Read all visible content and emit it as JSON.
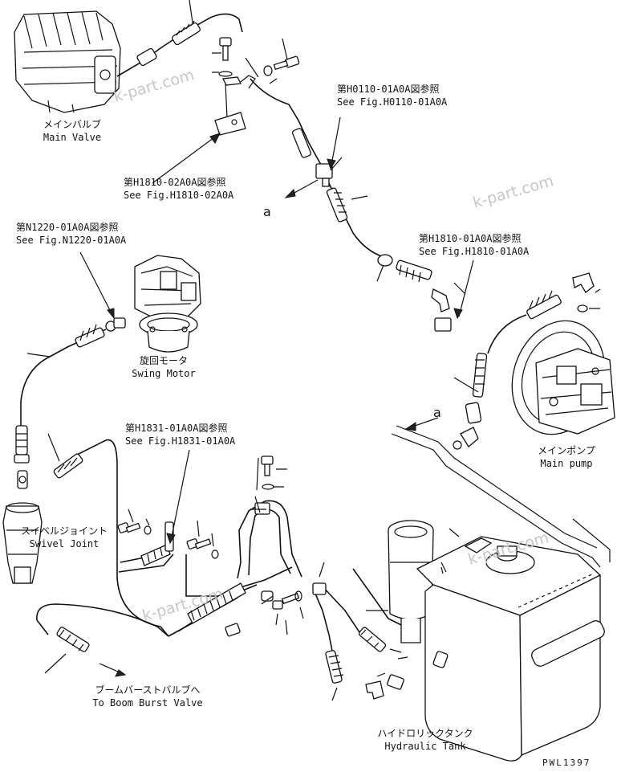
{
  "watermark": "k-part.com",
  "labels": {
    "main_valve_jp": "メインバルブ",
    "main_valve_en": "Main Valve",
    "ref_h0110_jp": "第H0110-01A0A図参照",
    "ref_h0110_en": "See Fig.H0110-01A0A",
    "ref_h1810_02_jp": "第H1810-02A0A図参照",
    "ref_h1810_02_en": "See Fig.H1810-02A0A",
    "ref_n1220_jp": "第N1220-01A0A図参照",
    "ref_n1220_en": "See Fig.N1220-01A0A",
    "ref_h1810_01_jp": "第H1810-01A0A図参照",
    "ref_h1810_01_en": "See Fig.H1810-01A0A",
    "swing_motor_jp": "旋回モータ",
    "swing_motor_en": "Swing Motor",
    "ref_h1831_jp": "第H1831-01A0A図参照",
    "ref_h1831_en": "See Fig.H1831-01A0A",
    "main_pump_jp": "メインポンプ",
    "main_pump_en": "Main pump",
    "swivel_jp": "スイベルジョイント",
    "swivel_en": "Swivel Joint",
    "boom_burst_jp": "ブームバーストバルブへ",
    "boom_burst_en": "To Boom Burst Valve",
    "tank_jp": "ハイドロリックタンク",
    "tank_en": "Hydraulic Tank",
    "marker_a_1": "a",
    "marker_a_2": "a",
    "drawing_code": "PWL1397"
  }
}
